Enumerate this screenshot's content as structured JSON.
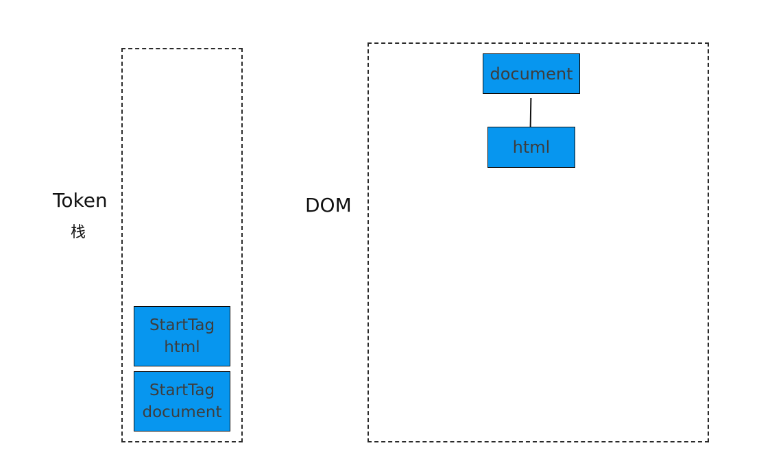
{
  "token_stack": {
    "label_line1": "Token",
    "label_line2": "栈",
    "items": [
      {
        "line1": "StartTag",
        "line2": "html"
      },
      {
        "line1": "StartTag",
        "line2": "document"
      }
    ]
  },
  "dom": {
    "label": "DOM",
    "nodes": {
      "root": "document",
      "child": "html"
    }
  },
  "colors": {
    "node_fill": "#0796ef",
    "node_text": "#3d3d3d",
    "frame_stroke": "#2a2a2a"
  }
}
